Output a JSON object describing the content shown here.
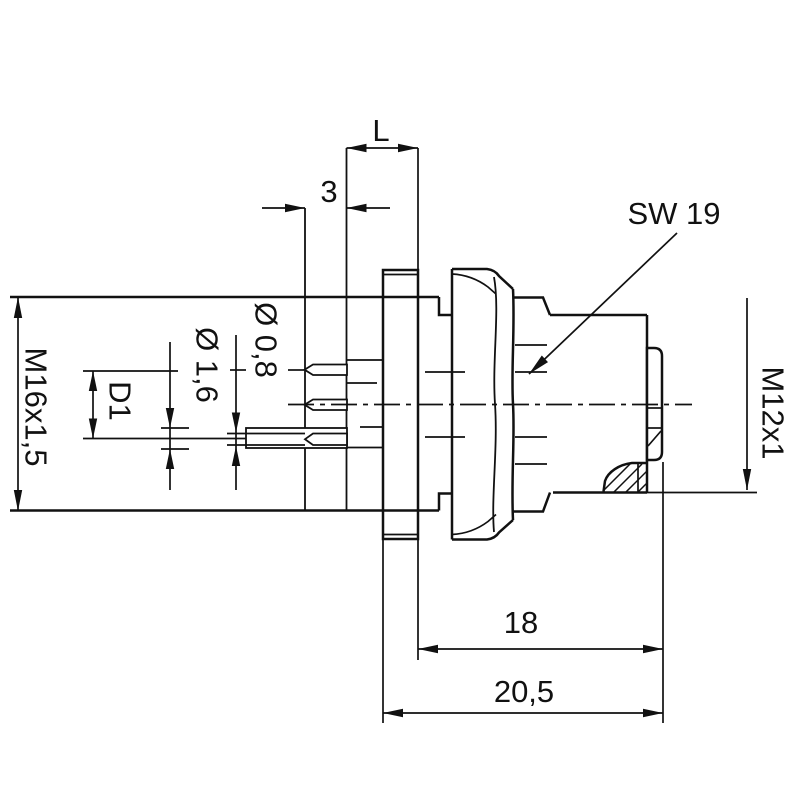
{
  "drawing": {
    "type": "technical-dimension-drawing",
    "subject": "M12 panel mount connector, side view with solder pins",
    "labels": {
      "rear_thread": "M16x1,5",
      "pitch_circle": "D1",
      "contact_dia_large": "Ø 1,6",
      "contact_dia_small": "Ø 0,8",
      "groove_width": "3",
      "length_var": "L",
      "wrench_size": "SW 19",
      "front_thread": "M12x1",
      "body_length": "18",
      "total_length": "20,5"
    },
    "colors": {
      "line": "#111111",
      "background": "#ffffff"
    }
  }
}
